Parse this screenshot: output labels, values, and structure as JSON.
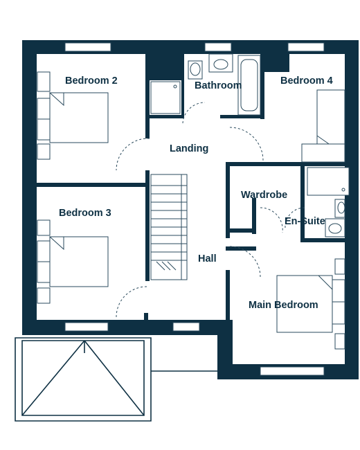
{
  "colors": {
    "wall": "#0e3043",
    "line": "#2a4a5c",
    "text": "#0e3043"
  },
  "rooms": {
    "bedroom2": "Bedroom 2",
    "bathroom": "Bathroom",
    "bedroom4": "Bedroom 4",
    "landing": "Landing",
    "wardrobe": "Wardrobe",
    "bedroom3": "Bedroom 3",
    "en_suite": "En-Suite",
    "hall": "Hall",
    "main_bedroom": "Main Bedroom"
  }
}
